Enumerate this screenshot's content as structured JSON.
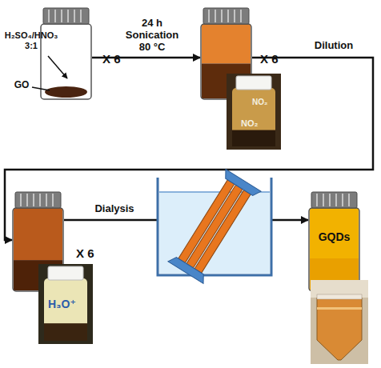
{
  "diagram": {
    "nodes": [
      {
        "text": [
          "X 6"
        ]
      },
      {
        "text": [
          "X 6"
        ]
      },
      {
        "text": [
          "NO₂",
          "NO₂"
        ]
      },
      {
        "text": [
          "X 6"
        ]
      },
      {
        "text": [
          "H₃O⁺"
        ]
      },
      {
        "text": [
          "GQDs"
        ]
      }
    ],
    "edges": [
      {
        "from": 0,
        "to": 1,
        "label": "24 h Sonication 80 °C",
        "arrow": "to"
      },
      {
        "from": 1,
        "to": 3,
        "label": "Dilution",
        "arrow": "to"
      },
      {
        "from": 3,
        "to": 5,
        "label": "Dialysis",
        "arrow": "to"
      }
    ],
    "labels": [
      "H₂SO₄/HNO₃ 3:1",
      "GO"
    ]
  }
}
